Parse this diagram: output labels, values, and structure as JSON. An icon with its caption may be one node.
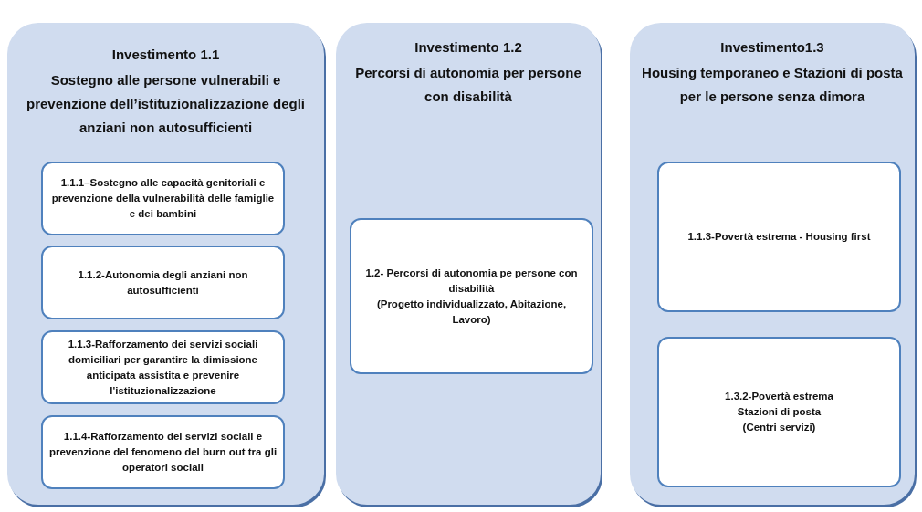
{
  "diagram": {
    "nodes": [
      {
        "text": [
          "Investimento 1.1",
          "Sostegno alle persone vulnerabili e prevenzione dell’istituzionalizzazione degli anziani non autosufficienti"
        ]
      },
      {
        "text": [
          "1.1.1–Sostegno alle capacità genitoriali e prevenzione della vulnerabilità delle famiglie e dei bambini"
        ],
        "in": 0
      },
      {
        "text": [
          "1.1.2-Autonomia degli anziani non autosufficienti"
        ],
        "in": 0
      },
      {
        "text": [
          "1.1.3-Rafforzamento dei servizi sociali domiciliari per garantire la dimissione anticipata assistita e prevenire l'istituzionalizzazione"
        ],
        "in": 0
      },
      {
        "text": [
          "1.1.4-Rafforzamento dei servizi sociali e prevenzione del fenomeno del burn out tra gli operatori sociali"
        ],
        "in": 0
      },
      {
        "text": [
          "Investimento 1.2",
          "Percorsi di autonomia per persone con disabilità"
        ]
      },
      {
        "text": [
          "1.2- Percorsi di autonomia pe persone con disabilità",
          "(Progetto individualizzato, Abitazione, Lavoro)"
        ],
        "in": 5
      },
      {
        "text": [
          "Investimento1.3",
          "Housing temporaneo e Stazioni di posta per le persone senza dimora"
        ]
      },
      {
        "text": [
          "1.1.3-Povertà estrema - Housing first"
        ],
        "in": 7
      },
      {
        "text": [
          "1.3.2-Povertà estrema",
          "Stazioni di posta",
          "(Centri servizi)"
        ],
        "in": 7
      }
    ],
    "edges": []
  }
}
